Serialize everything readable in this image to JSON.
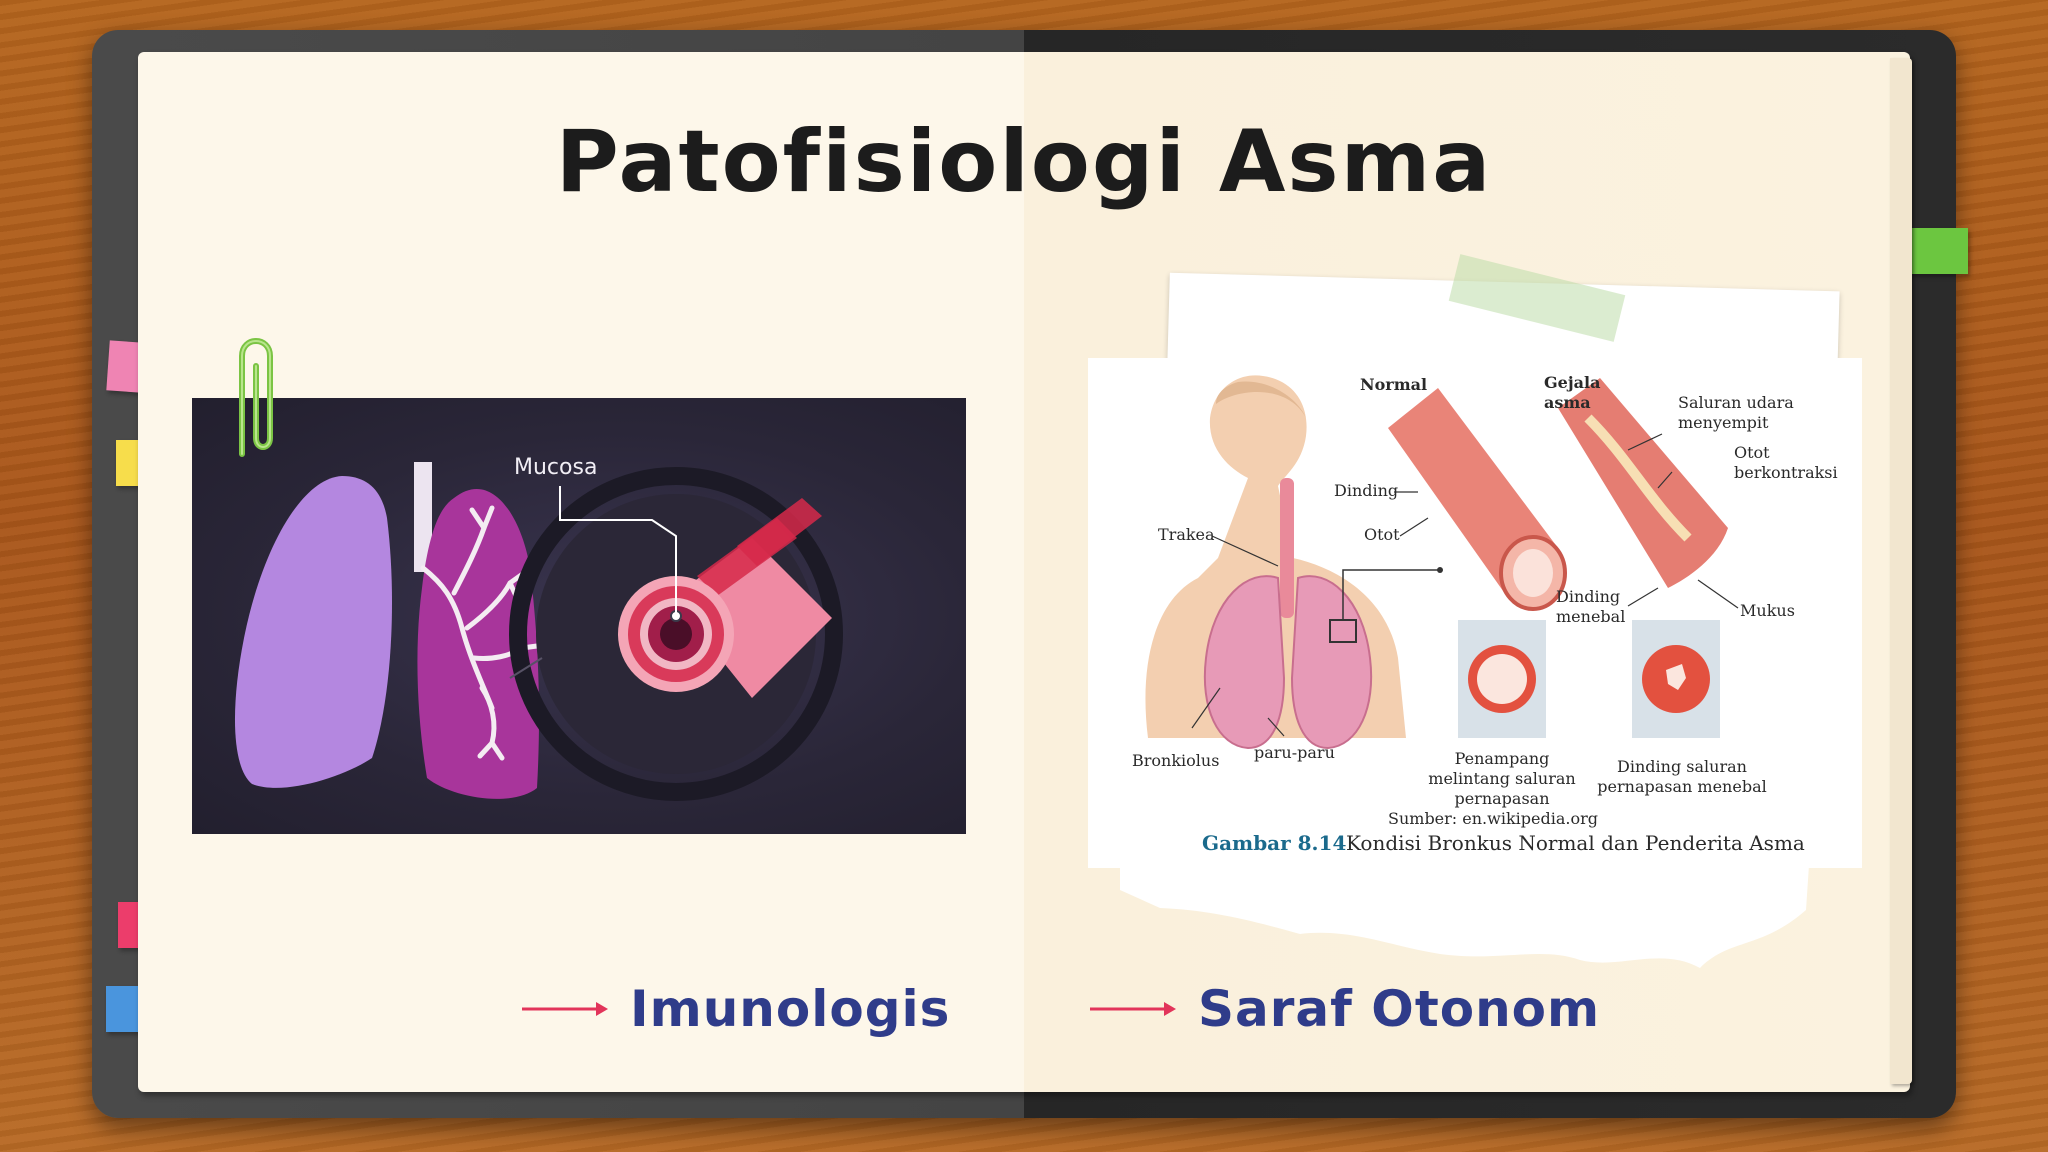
{
  "slide": {
    "title": "Patofisiologi Asma",
    "bullets": [
      {
        "label": "Imunologis"
      },
      {
        "label": "Saraf Otonom"
      }
    ]
  },
  "left_figure": {
    "label_mucosa": "Mucosa"
  },
  "right_figure": {
    "heading_normal": "Normal",
    "heading_gejala_1": "Gejala",
    "heading_gejala_2": "asma",
    "labels": {
      "trakea": "Trakea",
      "dinding": "Dinding",
      "otot": "Otot",
      "bronkiolus": "Bronkiolus",
      "paru_paru": "paru-paru",
      "saluran_1": "Saluran udara",
      "saluran_2": "menyempit",
      "otot_kontraksi_1": "Otot",
      "otot_kontraksi_2": "berkontraksi",
      "dinding_menebal_1": "Dinding",
      "dinding_menebal_2": "menebal",
      "mukus": "Mukus",
      "penampang_1": "Penampang",
      "penampang_2": "melintang saluran",
      "penampang_3": "pernapasan",
      "dinding_saluran_1": "Dinding saluran",
      "dinding_saluran_2": "pernapasan menebal",
      "sumber": "Sumber: en.wikipedia.org"
    },
    "caption_label": "Gambar 8.14",
    "caption_text": "Kondisi Bronkus Normal dan Penderita Asma"
  },
  "colors": {
    "title": "#1c1c1c",
    "bullet_text": "#2f3c8a",
    "arrow": "#e2345a",
    "caption_label": "#1b6a8c"
  }
}
